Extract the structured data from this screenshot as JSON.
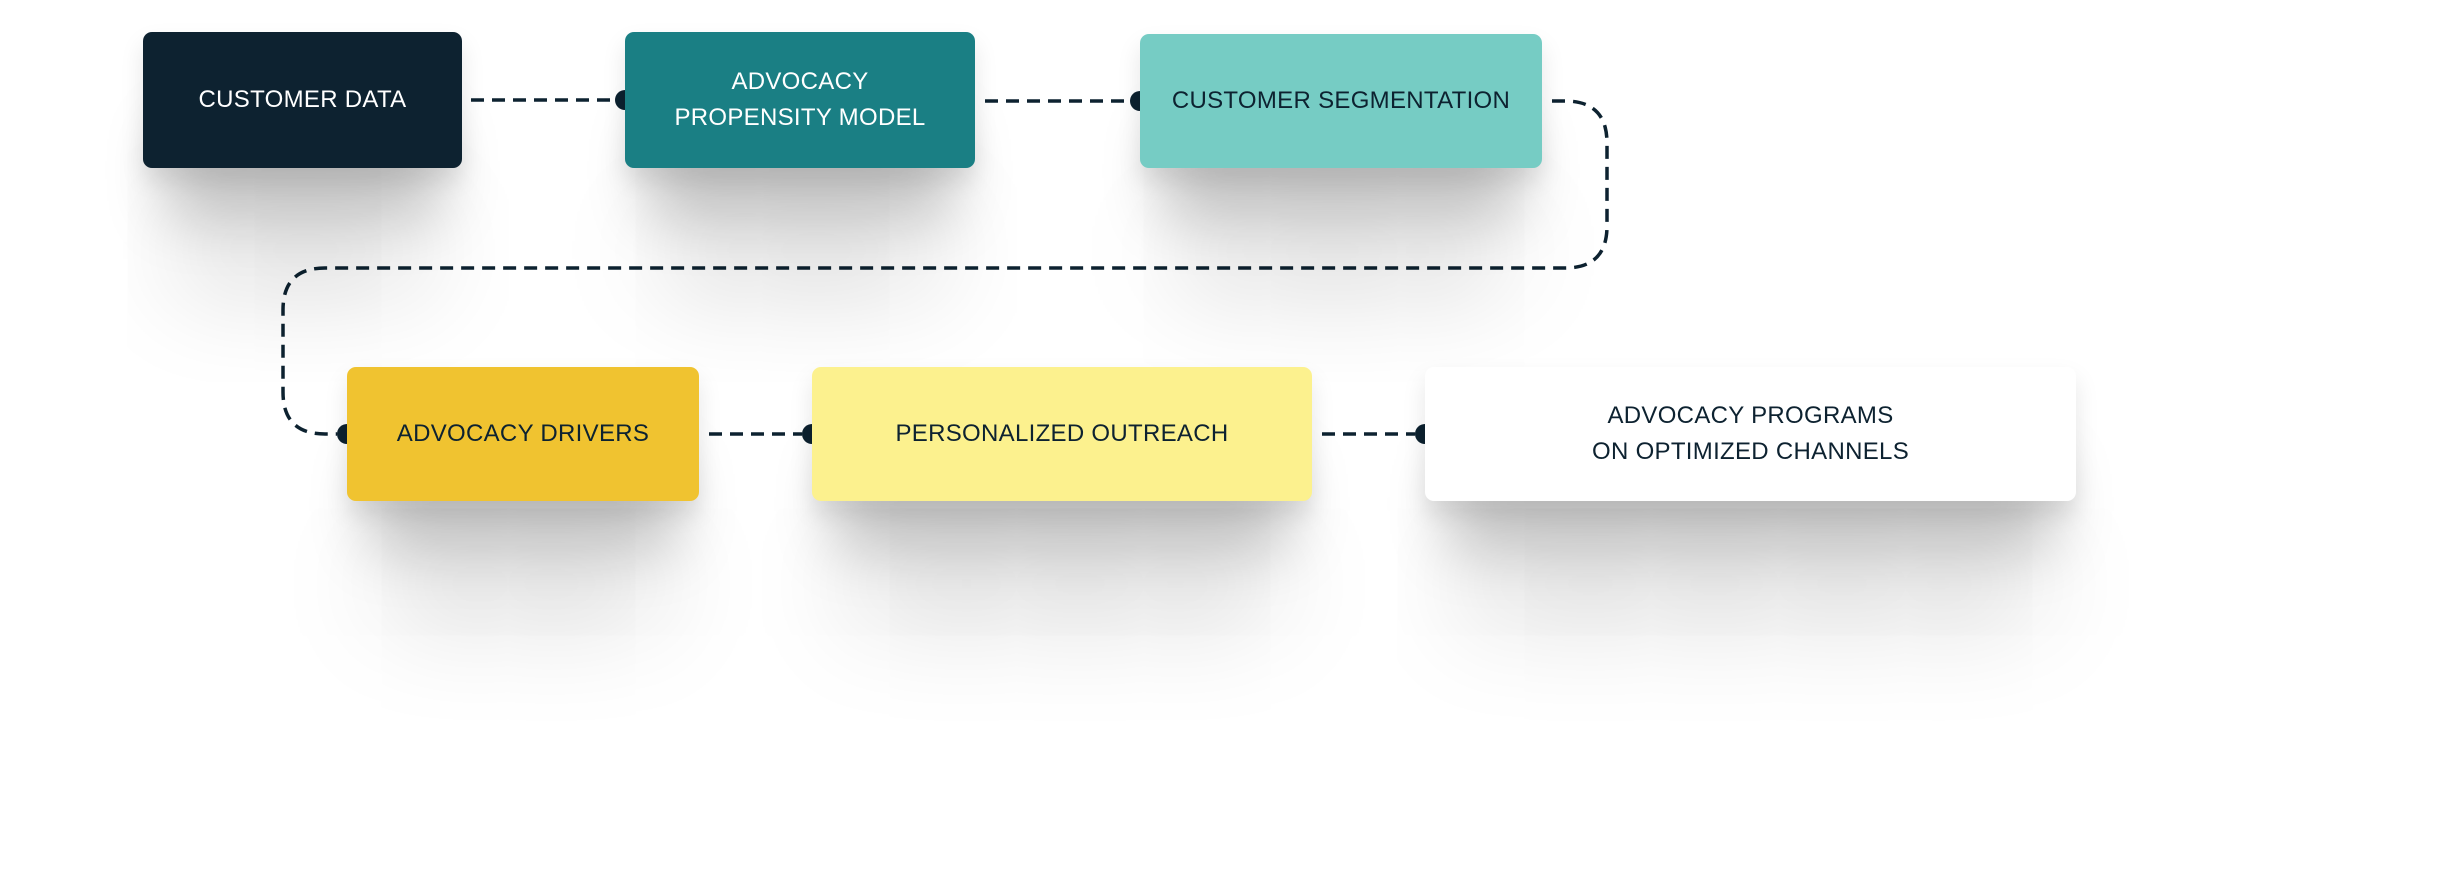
{
  "diagram": {
    "nodes": [
      {
        "id": "customer-data",
        "lines": [
          "CUSTOMER DATA"
        ],
        "fill": "#0d2230",
        "text_color": "#ffffff"
      },
      {
        "id": "propensity-model",
        "lines": [
          "ADVOCACY",
          "PROPENSITY MODEL"
        ],
        "fill": "#1a7f84",
        "text_color": "#ffffff"
      },
      {
        "id": "customer-segmentation",
        "lines": [
          "CUSTOMER SEGMENTATION"
        ],
        "fill": "#76ccc4",
        "text_color": "#0d2230"
      },
      {
        "id": "advocacy-drivers",
        "lines": [
          "ADVOCACY DRIVERS"
        ],
        "fill": "#f0c330",
        "text_color": "#0d2230"
      },
      {
        "id": "personalized-outreach",
        "lines": [
          "PERSONALIZED OUTREACH"
        ],
        "fill": "#fcf18e",
        "text_color": "#0d2230"
      },
      {
        "id": "advocacy-programs",
        "lines": [
          "ADVOCACY PROGRAMS",
          "ON OPTIMIZED CHANNELS"
        ],
        "fill": "#ffffff",
        "text_color": "#0d2230"
      }
    ],
    "connectors": [
      {
        "from": "customer-data",
        "to": "propensity-model"
      },
      {
        "from": "propensity-model",
        "to": "customer-segmentation"
      },
      {
        "from": "customer-segmentation",
        "to": "advocacy-drivers"
      },
      {
        "from": "advocacy-drivers",
        "to": "personalized-outreach"
      },
      {
        "from": "personalized-outreach",
        "to": "advocacy-programs"
      }
    ],
    "connector_color": "#0d2230",
    "connector_style": "dashed"
  }
}
